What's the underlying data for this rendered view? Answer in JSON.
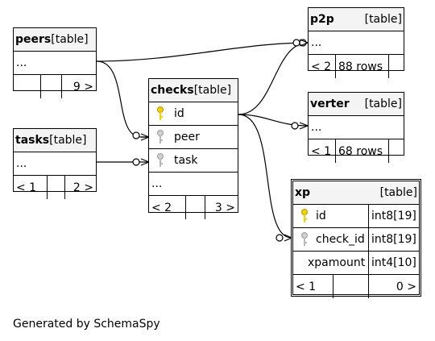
{
  "footer": "Generated by SchemaSpy",
  "type_suffix": "[table]",
  "tables": {
    "peers": {
      "name": "peers",
      "rows": [
        "..."
      ],
      "nav": [
        "",
        "",
        "9 >"
      ]
    },
    "tasks": {
      "name": "tasks",
      "rows": [
        "..."
      ],
      "nav": [
        "< 1",
        "",
        "2 >"
      ]
    },
    "checks": {
      "name": "checks",
      "columns": [
        {
          "name": "id",
          "key": "primary"
        },
        {
          "name": "peer",
          "key": "foreign"
        },
        {
          "name": "task",
          "key": "foreign"
        }
      ],
      "more": "...",
      "nav": [
        "< 2",
        "",
        "3 >"
      ]
    },
    "p2p": {
      "name": "p2p",
      "rows": [
        "..."
      ],
      "nav": [
        "< 2",
        "88 rows",
        ""
      ]
    },
    "verter": {
      "name": "verter",
      "rows": [
        "..."
      ],
      "nav": [
        "< 1",
        "68 rows",
        ""
      ]
    },
    "xp": {
      "name": "xp",
      "columns": [
        {
          "name": "id",
          "type": "int8[19]",
          "key": "primary"
        },
        {
          "name": "check_id",
          "type": "int8[19]",
          "key": "foreign"
        },
        {
          "name": "xpamount",
          "type": "int4[10]",
          "key": ""
        }
      ],
      "nav": [
        "< 1",
        "",
        "0 >"
      ]
    }
  },
  "colors": {
    "primary_key": "#f2d200",
    "foreign_key": "#b8b8b8",
    "header": "#f4f4f4"
  }
}
